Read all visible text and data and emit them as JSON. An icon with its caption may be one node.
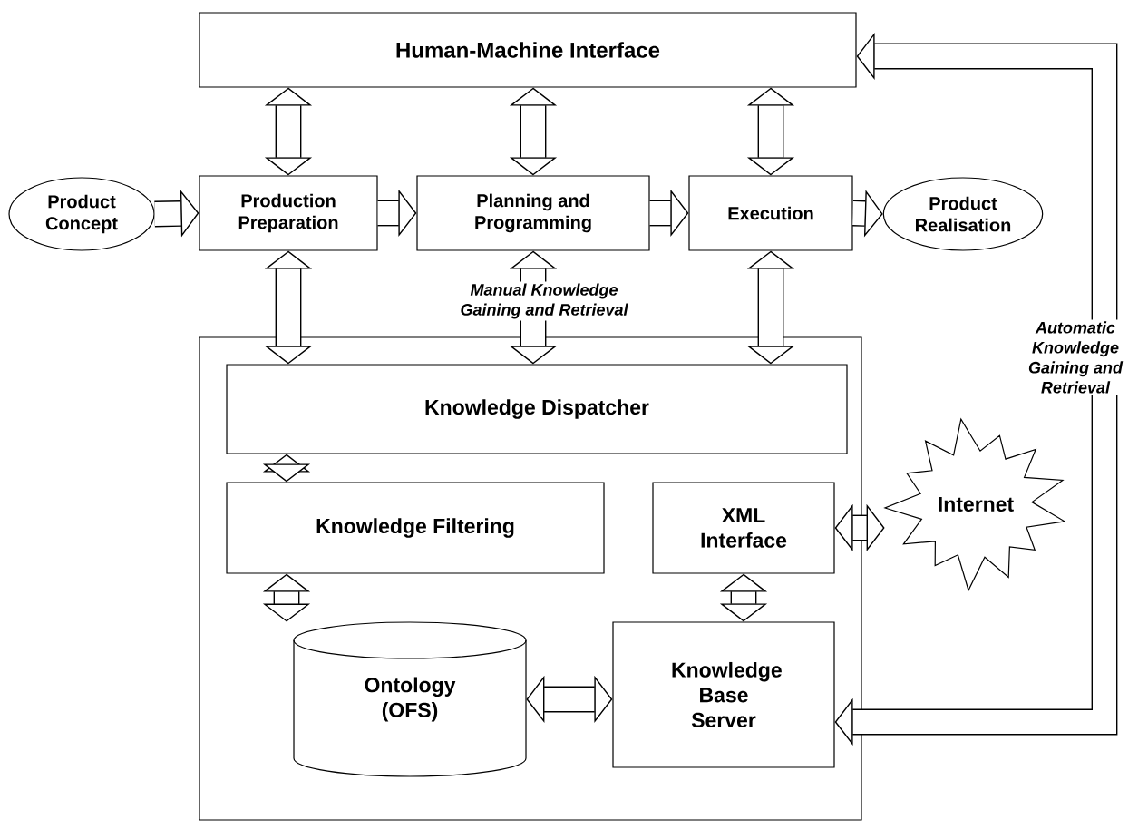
{
  "diagram": {
    "nodes": [
      {
        "text": [
          "Human-Machine Interface"
        ]
      },
      {
        "text": [
          "Product Concept"
        ]
      },
      {
        "text": [
          "Production Preparation"
        ]
      },
      {
        "text": [
          "Planning and Programming"
        ]
      },
      {
        "text": [
          "Execution"
        ]
      },
      {
        "text": [
          "Product Realisation"
        ]
      },
      {
        "text": [],
        "shape": "box"
      },
      {
        "text": [
          "Knowledge Dispatcher"
        ],
        "in": 6
      },
      {
        "text": [
          "Knowledge Filtering"
        ],
        "in": 6
      },
      {
        "text": [
          "XML Interface"
        ],
        "in": 6
      },
      {
        "text": [
          "Ontology (OFS)"
        ],
        "in": 6
      },
      {
        "text": [
          "Knowledge Base Server"
        ],
        "in": 6
      },
      {
        "text": [
          "Internet"
        ]
      }
    ],
    "edges": [
      {
        "from": 1,
        "to": 2,
        "arrow": "to"
      },
      {
        "from": 2,
        "to": 3,
        "arrow": "to"
      },
      {
        "from": 3,
        "to": 4,
        "arrow": "to"
      },
      {
        "from": 4,
        "to": 5,
        "arrow": "to"
      },
      {
        "from": 0,
        "to": 2,
        "arrow": "both"
      },
      {
        "from": 0,
        "to": 3,
        "arrow": "both"
      },
      {
        "from": 0,
        "to": 4,
        "arrow": "both"
      },
      {
        "from": 2,
        "to": 7,
        "arrow": "both"
      },
      {
        "from": 3,
        "to": 7,
        "arrow": "both",
        "label": "Manual Knowledge Gaining and Retrieval"
      },
      {
        "from": 4,
        "to": 7,
        "arrow": "both"
      },
      {
        "from": 7,
        "to": 8,
        "arrow": "both"
      },
      {
        "from": 8,
        "to": 10,
        "arrow": "both"
      },
      {
        "from": 9,
        "to": 11,
        "arrow": "both"
      },
      {
        "from": 10,
        "to": 11,
        "arrow": "both"
      },
      {
        "from": 9,
        "to": 12,
        "arrow": "both"
      },
      {
        "from": 11,
        "to": 0,
        "arrow": "both",
        "label": "Automatic Knowledge Gaining and Retrieval"
      }
    ]
  }
}
